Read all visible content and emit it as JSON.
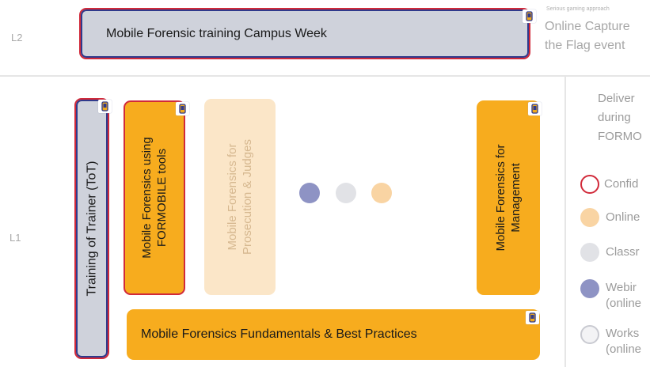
{
  "levels": {
    "l2": "L2",
    "l1": "L1"
  },
  "l2_box": {
    "label": "Mobile Forensic training Campus Week"
  },
  "ctf": {
    "small_label": "Serious gaming approach",
    "title_line1": "Online Capture",
    "title_line2": "the Flag event"
  },
  "boxes": {
    "tot": "Training of Trainer (ToT)",
    "formobile_line1": "Mobile Forensics using",
    "formobile_line2": "FORMOBILE tools",
    "prosecution_line1": "Mobile Forensics for",
    "prosecution_line2": "Prosecution & Judges",
    "management_line1": "Mobile Forensics for",
    "management_line2": "Management",
    "fundamentals": "Mobile Forensics Fundamentals &  Best Practices"
  },
  "delivery": {
    "line1": "Deliver",
    "line2": "during",
    "line3": "FORMO"
  },
  "legend": [
    {
      "label": "Confid",
      "style": "outline-red"
    },
    {
      "label": "Online",
      "style": "orange"
    },
    {
      "label": "Classr",
      "style": "grey"
    },
    {
      "label": "Webir",
      "label2": "(online",
      "style": "purple"
    },
    {
      "label": "Works",
      "label2": "(online",
      "style": "outline-grey"
    }
  ],
  "colors": {
    "orange": "#f7ac1e",
    "grey_box": "#cfd2db",
    "red_border": "#d12a3a",
    "navy_border": "#2f3a8c",
    "purple_dot": "#8e93c4",
    "grey_dot": "#e1e2e6",
    "peach_dot": "#f9d4a3"
  }
}
